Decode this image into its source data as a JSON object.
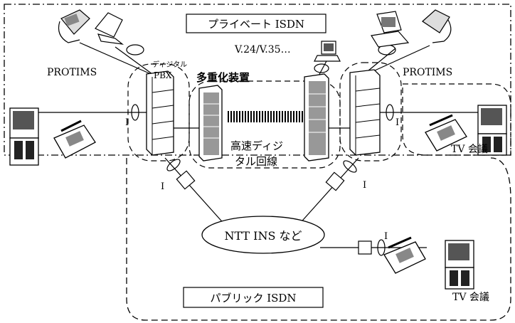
{
  "labels": {
    "private_isdn": "プライベート ISDN",
    "public_isdn": "パブリック ISDN",
    "protims_left": "PROTIMS",
    "protims_right": "PROTIMS",
    "digital": "ディジタル",
    "pbx": "PBX",
    "multiplexer": "多重化装置",
    "highspeed_1": "高速ディジ",
    "highspeed_2": "タル回線",
    "v24": "V.24/V.35…",
    "ntt": "NTT INS など",
    "tv_conf_top": "TV 会議",
    "tv_conf_bottom": "TV 会議",
    "i_left": "I",
    "i_right": "I",
    "i_pbx_left": "I",
    "i_pbx_right": "I",
    "i_public": "I"
  }
}
